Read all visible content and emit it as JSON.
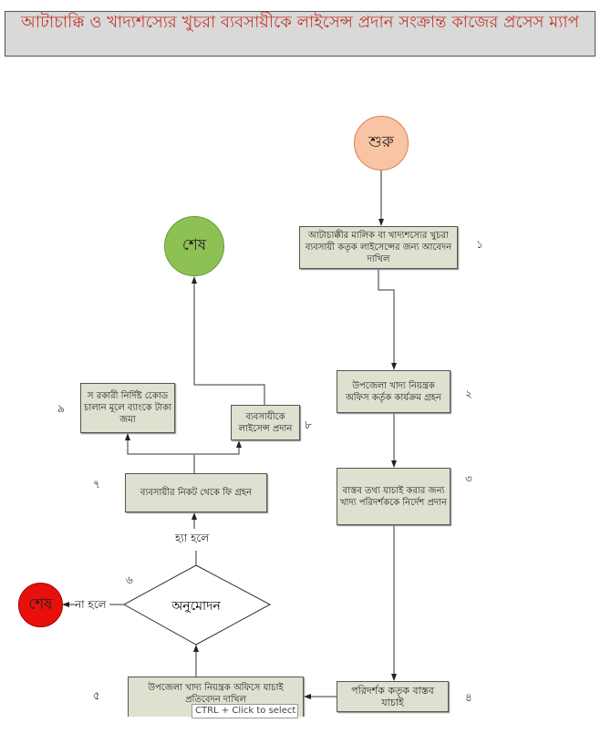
{
  "title": "আটাচাক্কি ও খাদ্যশস্যের খুচরা ব্যবসায়ীকে লাইসেন্স প্রদান সংক্রান্ত কাজের প্রসেস ম্যাপ",
  "start": "শুরু",
  "end_success": "শেষ",
  "end_reject": "শেষ",
  "steps": [
    {
      "num": "১",
      "text": "আটাচাক্কীর মালিক বা খাদ্যশস্যের খুচরা ব্যবসায়ী কতৃক লাইসেন্সের জন্য আবেদন দাখিল"
    },
    {
      "num": "২",
      "text": "উপজেলা খাদ্য নিয়ন্ত্রক অফিস কর্তৃক কার্যক্রম গ্রহন"
    },
    {
      "num": "৩",
      "text": "বাস্তব তথ্য যাচাই করার জন্য খাদ্য পরিদর্শককে নির্দেশ প্রদান"
    },
    {
      "num": "৪",
      "text": "পরিদর্শক কতৃক বাস্তব যাচাই"
    },
    {
      "num": "৫",
      "text": "উপজেলা খাদ্য নিয়ন্ত্রক অফিসে যাচাই প্রতিবেদন দাখিল"
    },
    {
      "num": "৬",
      "text": "অনুমোদন"
    },
    {
      "num": "৭",
      "text": "ব্যবসায়ীর নিকট থেকে ফি গ্রহন"
    },
    {
      "num": "৮",
      "text": "ব্যবসায়ীকে লাইসেন্স প্রদান"
    },
    {
      "num": "৯",
      "text": "স রকারী নির্দিষ্ট কোেড চালান মূলে ব্যাংকে টাকা জমা"
    }
  ],
  "labels": {
    "yes": "হ্যা হলে",
    "no": "না হলে"
  },
  "tooltip": "CTRL + Click to select",
  "colors": {
    "start": "#f8c4a4",
    "end_success": "#8dc153",
    "end_reject": "#e8100c",
    "box": "#dfe0cf",
    "title_text": "#c0392b"
  }
}
